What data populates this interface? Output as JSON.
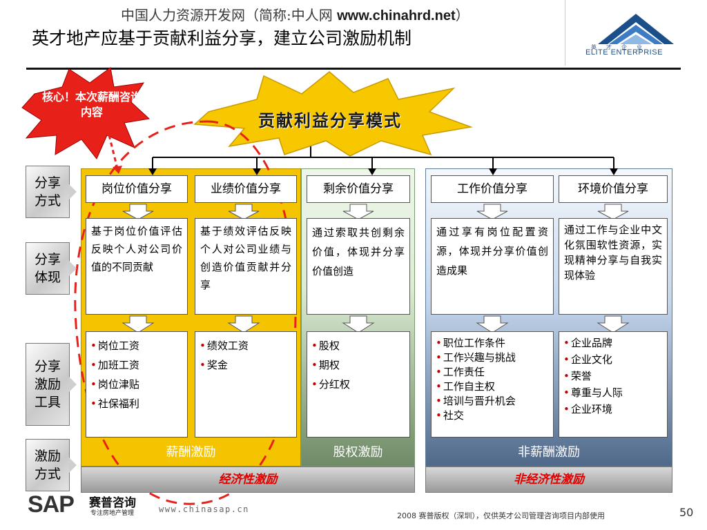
{
  "header": {
    "site_prefix": "中国人力资源开发网（简称:中人网 ",
    "site_url": "www.chinahrd.net",
    "site_suffix": "）",
    "slide_title": "英才地产应基于贡献利益分享，建立公司激励机制",
    "logo_text": "ELITE ENTERPRISE",
    "logo_cn": "英才企业",
    "logo_colors": [
      "#1b4f8a",
      "#3d7cc4"
    ]
  },
  "callouts": {
    "core": "核心！本次薪酬咨询内容",
    "model_title": "贡献利益分享模式"
  },
  "side_labels": {
    "share_method": [
      "分享",
      "方式"
    ],
    "share_embodiment": [
      "分享",
      "体现"
    ],
    "share_tools": [
      "分享",
      "激励",
      "工具"
    ],
    "incentive_method": [
      "激励",
      "方式"
    ]
  },
  "columns": [
    {
      "header": "岗位价值分享",
      "description": "基于岗位价值评估反映个人对公司价值的不同贡献",
      "tools": [
        "岗位工资",
        "加班工资",
        "岗位津贴",
        "社保福利"
      ]
    },
    {
      "header": "业绩价值分享",
      "description": "基于绩效评估反映个人对公司业绩与创造价值贡献并分享",
      "tools": [
        "绩效工资",
        "奖金"
      ]
    },
    {
      "header": "剩余价值分享",
      "description": "通过索取共创剩余价值，体现并分享价值创造",
      "tools": [
        "股权",
        "期权",
        "分红权"
      ]
    },
    {
      "header": "工作价值分享",
      "description": "通过享有岗位配置资源，体现并分享价值创造成果",
      "tools": [
        "职位工作条件",
        "工作兴趣与挑战",
        "工作责任",
        "工作自主权",
        "培训与晋升机会",
        "社交"
      ]
    },
    {
      "header": "环境价值分享",
      "description": "通过工作与企业中文化氛围软性资源，实现精神分享与自我实现体验",
      "tools": [
        "企业品牌",
        "企业文化",
        "荣誉",
        "尊重与人际",
        "企业环境"
      ]
    }
  ],
  "panels": {
    "salary": "薪酬激励",
    "equity": "股权激励",
    "non_salary": "非薪酬激励",
    "economic": "经济性激励",
    "non_economic": "非经济性激励"
  },
  "footer": {
    "brand": "SAP",
    "brand_cn": "赛普咨询",
    "brand_sub": "专注房地产管理",
    "url": "www.chinasap.cn",
    "copyright": "2008 赛普版权（深圳），仅供英才公司管理咨询项目内部使用",
    "page_number": "50"
  },
  "colors": {
    "salary_panel": "#f5c400",
    "equity_panel": "#dcecd4",
    "non_salary_panel": "#c4d6ec",
    "burst": "#f7c800",
    "core_burst": "#e8201a",
    "economic_text": "#e00000",
    "dashed_ellipse": "#e8201a"
  },
  "icons": {
    "connector_arrow": "down-arrow-icon",
    "logo": "roof-chevron-icon"
  }
}
